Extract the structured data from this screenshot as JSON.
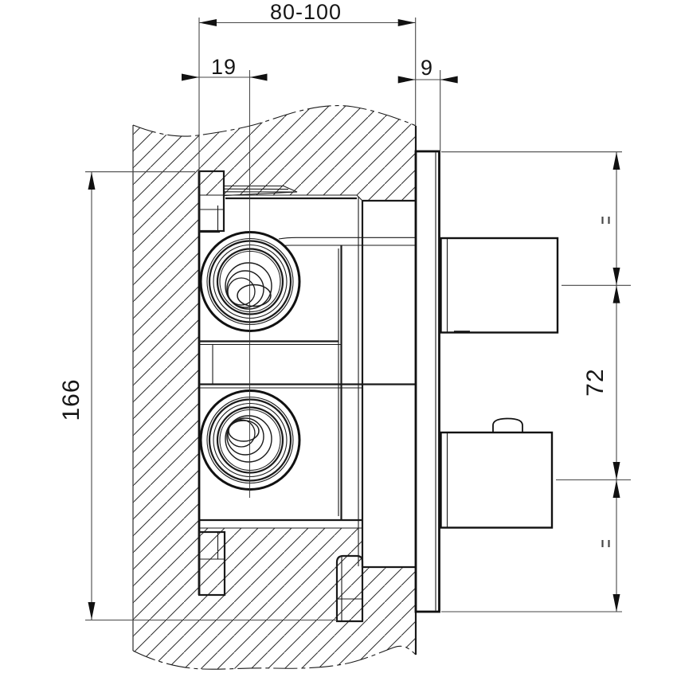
{
  "dims": {
    "wall_depth_range": "80-100",
    "centre_offset": "19",
    "plate_projection": "9",
    "overall_height": "166",
    "handle_centres": "72"
  },
  "colors": {
    "line": "#1a1a1a",
    "dim_line": "#474747",
    "background": "#ffffff"
  }
}
